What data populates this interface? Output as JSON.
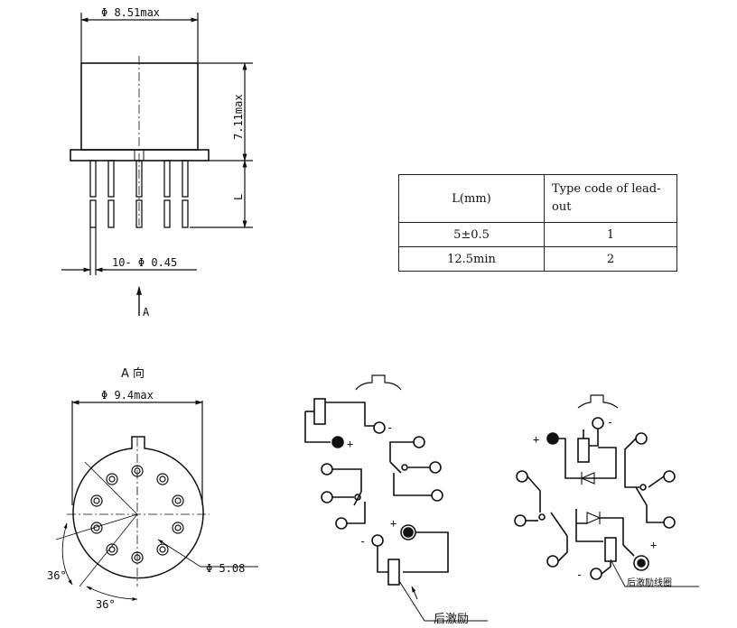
{
  "side_view": {
    "diameter_label": "Φ 8.51max",
    "height_label": "7.11max",
    "lead_length_label": "L",
    "lead_label": "10- Φ 0.45",
    "view_arrow_label": "A"
  },
  "lead_table": {
    "headers": [
      "L(mm)",
      "Type code of lead-out"
    ],
    "rows": [
      [
        "5±0.5",
        "1"
      ],
      [
        "12.5min",
        "2"
      ]
    ]
  },
  "bottom_view": {
    "title": "A 向",
    "diameter_label": "Φ 9.4max",
    "pin_circle_label": "Φ 5.08",
    "angle_label_1": "36°",
    "angle_label_2": "36°"
  },
  "schematic_1": {
    "plus_label_1": "+",
    "minus_label_1": "-",
    "plus_label_2": "+",
    "minus_label_2": "-",
    "coil_caption": "后激励"
  },
  "schematic_2": {
    "plus_label_1": "+",
    "minus_label_1": "-",
    "plus_label_2": "+",
    "minus_label_2": "-",
    "coil_caption": "后激励线圈"
  }
}
